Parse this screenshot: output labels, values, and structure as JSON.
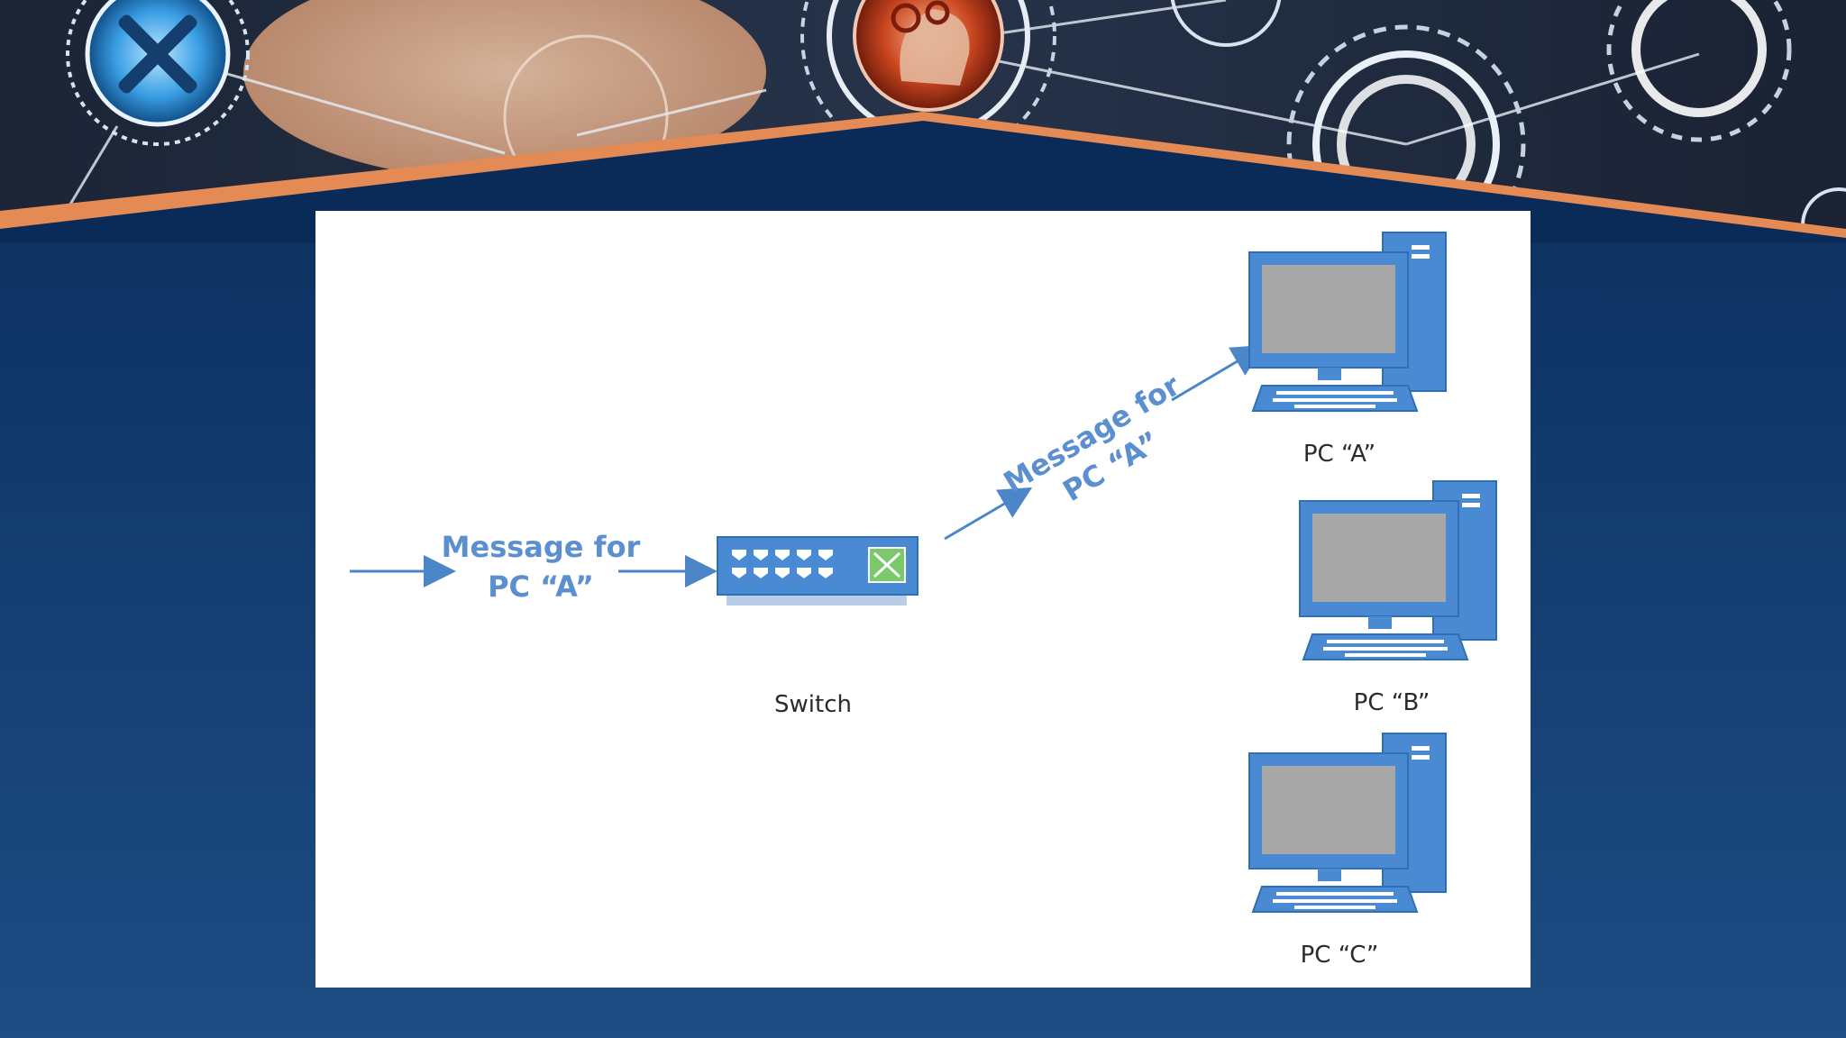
{
  "diagram": {
    "incoming_message": {
      "line1": "Message for",
      "line2": "PC “A”"
    },
    "forwarded_message": {
      "line1": "Message for",
      "line2": "PC “A”"
    },
    "switch_label": "Switch",
    "pc_a_label": "PC “A”",
    "pc_b_label": "PC “B”",
    "pc_c_label": "PC “C”"
  },
  "colors": {
    "background_top": "#0a2a57",
    "background_bottom": "#1d4d84",
    "accent_orange": "#e48a55",
    "device_blue": "#4a8ad2",
    "screen_gray": "#a8a8a8",
    "message_text": "#5b8fcf",
    "switch_port_green": "#7bc96a"
  },
  "icons": {
    "banner_left": "tools-icon",
    "banner_center": "brain-gears-icon",
    "banner_right": "ring-icon",
    "switch": "network-switch-icon",
    "computer": "desktop-computer-icon"
  }
}
